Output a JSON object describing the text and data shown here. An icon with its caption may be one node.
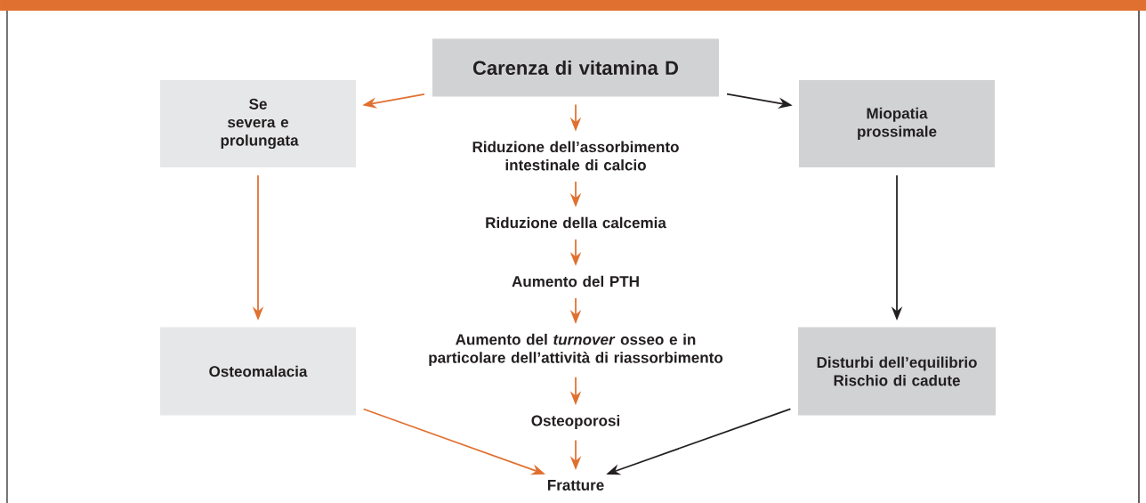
{
  "diagram": {
    "nodes": [
      {
        "text": [
          "Carenza di vitamina D"
        ]
      },
      {
        "text": [
          "Se severa e prolungata"
        ]
      },
      {
        "text": [
          "Miopatia prossimale"
        ]
      },
      {
        "text": [
          "Riduzione dell’assorbimento intestinale di calcio"
        ]
      },
      {
        "text": [
          "Riduzione della calcemia"
        ]
      },
      {
        "text": [
          "Aumento del PTH"
        ]
      },
      {
        "text": [
          "Aumento del *turnover* osseo e in particolare dell’attività di riassorbimento"
        ]
      },
      {
        "text": [
          "Osteomalacia"
        ]
      },
      {
        "text": [
          "Disturbi dell’equilibrio Rischio di cadute"
        ]
      },
      {
        "text": [
          "Osteoporosi"
        ]
      },
      {
        "text": [
          "Fratture"
        ]
      }
    ],
    "edges": [
      {
        "from": 0,
        "to": 1,
        "arrow": "to"
      },
      {
        "from": 0,
        "to": 3,
        "arrow": "to"
      },
      {
        "from": 0,
        "to": 2,
        "arrow": "to",
        "color": "#231f20"
      },
      {
        "from": 3,
        "to": 4,
        "arrow": "to"
      },
      {
        "from": 4,
        "to": 5,
        "arrow": "to"
      },
      {
        "from": 5,
        "to": 6,
        "arrow": "to"
      },
      {
        "from": 6,
        "to": 9,
        "arrow": "to"
      },
      {
        "from": 9,
        "to": 10,
        "arrow": "to"
      },
      {
        "from": 1,
        "to": 7,
        "arrow": "to"
      },
      {
        "from": 2,
        "to": 8,
        "arrow": "to",
        "color": "#231f20"
      },
      {
        "from": 7,
        "to": 10,
        "arrow": "to"
      },
      {
        "from": 8,
        "to": 10,
        "arrow": "to",
        "color": "#231f20"
      }
    ]
  }
}
